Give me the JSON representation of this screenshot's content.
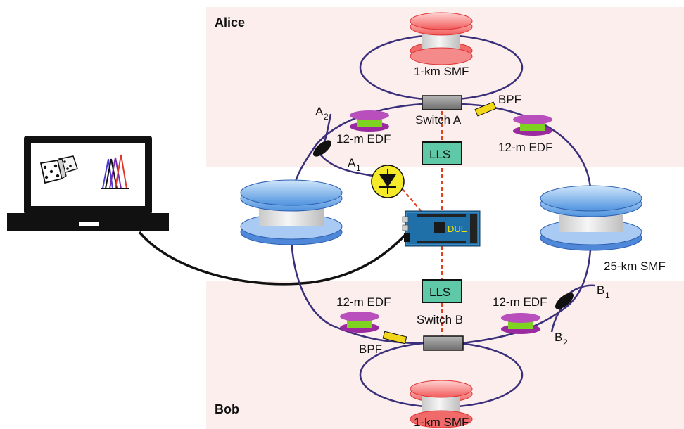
{
  "regions": {
    "alice": "Alice",
    "bob": "Bob"
  },
  "labels": {
    "smf_top": "1-km SMF",
    "smf_bottom": "1-km SMF",
    "smf_right": "25-km SMF",
    "switch_a": "Switch A",
    "switch_b": "Switch B",
    "bpf_top": "BPF",
    "bpf_bottom": "BPF",
    "edf_top_left": "12-m EDF",
    "edf_top_right": "12-m EDF",
    "edf_bottom_left": "12-m EDF",
    "edf_bottom_right": "12-m EDF",
    "lls_top": "LLS",
    "lls_bottom": "LLS",
    "due": "DUE",
    "a2": "A",
    "a2_sub": "2",
    "a1": "A",
    "a1_sub": "1",
    "b1": "B",
    "b1_sub": "1",
    "b2": "B",
    "b2_sub": "2"
  },
  "colors": {
    "region_bg": "#fdeeee",
    "fiber": "#3a2f7a",
    "lls_fill": "#5fc8a6",
    "switch_fill": "#8a8a8a",
    "bpf_fill": "#f2d619",
    "edf_rim": "#9b2aa0",
    "edf_core": "#7ed321",
    "spool_blue": "#5a8fe0",
    "spool_red": "#f06a6a",
    "detector": "#f4ea2a",
    "signal_line": "#e0401a"
  }
}
